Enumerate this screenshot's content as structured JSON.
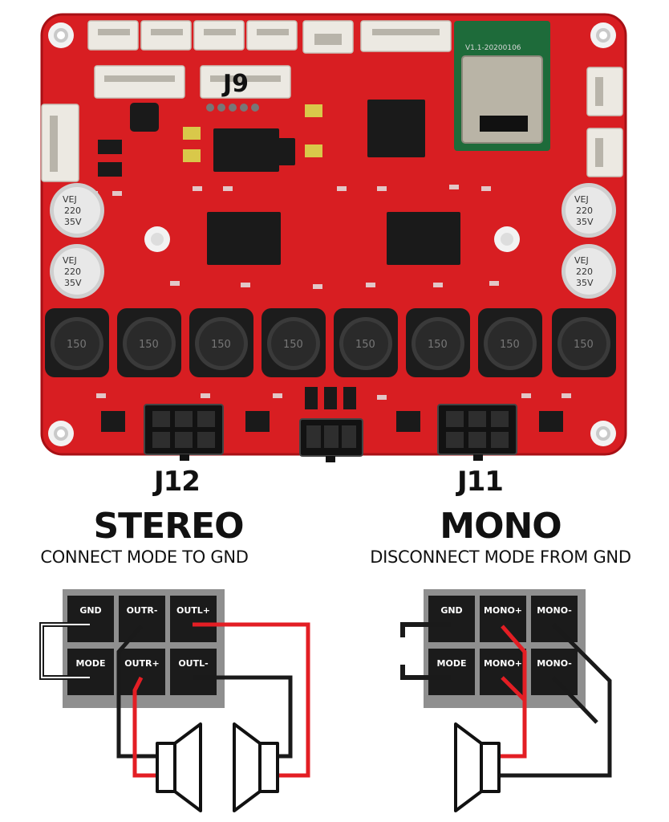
{
  "board": {
    "header_label": "J9",
    "inductor_code": "150",
    "capacitor": {
      "line1": "VEJ",
      "line2": "220",
      "line3": "35V"
    },
    "module_text": "V1.1-20200106",
    "colors": {
      "pcb": "#d81e22",
      "pcb_dark": "#b5151a",
      "chip": "#1a1a1a",
      "connector": "#e8e6e0"
    }
  },
  "callouts": {
    "j12": "J12",
    "j11": "J11"
  },
  "stereo": {
    "title": "STEREO",
    "subtitle": "CONNECT MODE TO GND",
    "pins": [
      "GND",
      "OUTR-",
      "OUTL+",
      "MODE",
      "OUTR+",
      "OUTL-"
    ]
  },
  "mono": {
    "title": "MONO",
    "subtitle": "DISCONNECT MODE FROM GND",
    "pins": [
      "GND",
      "MONO+",
      "MONO-",
      "MODE",
      "MONO+",
      "MONO-"
    ]
  },
  "wire_colors": {
    "red": "#e31e24",
    "black": "#1a1a1a"
  }
}
